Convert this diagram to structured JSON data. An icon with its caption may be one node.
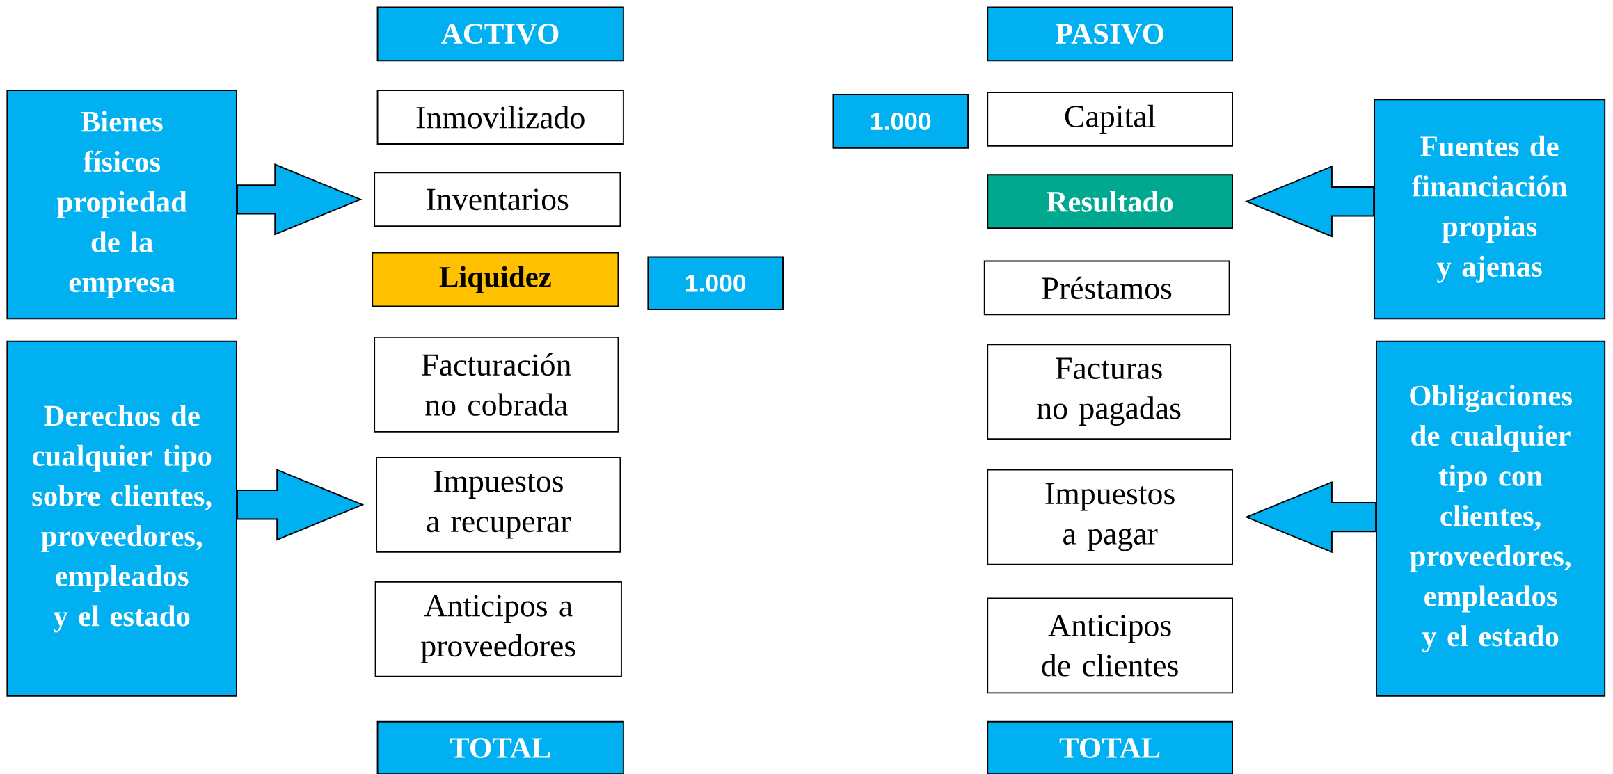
{
  "diagram": {
    "nodes": [
      {
        "text": [
          "ACTIVO"
        ]
      },
      {
        "text": [
          "PASIVO"
        ]
      },
      {
        "text": [
          "Inmovilizado"
        ]
      },
      {
        "text": [
          "Inventarios"
        ]
      },
      {
        "text": [
          "Liquidez"
        ]
      },
      {
        "text": [
          "1.000"
        ]
      },
      {
        "text": [
          "Facturación no cobrada"
        ]
      },
      {
        "text": [
          "Impuestos a recuperar"
        ]
      },
      {
        "text": [
          "Anticipos a proveedores"
        ]
      },
      {
        "text": [
          "TOTAL"
        ]
      },
      {
        "text": [
          "1.000"
        ]
      },
      {
        "text": [
          "Capital"
        ]
      },
      {
        "text": [
          "Resultado"
        ]
      },
      {
        "text": [
          "Préstamos"
        ]
      },
      {
        "text": [
          "Facturas no pagadas"
        ]
      },
      {
        "text": [
          "Impuestos a pagar"
        ]
      },
      {
        "text": [
          "Anticipos de clientes"
        ]
      },
      {
        "text": [
          "TOTAL"
        ]
      },
      {
        "text": [
          "Bienes físicos propiedad de la empresa"
        ]
      },
      {
        "text": [
          "Derechos de cualquier tipo sobre clientes, proveedores, empleados y el estado"
        ]
      },
      {
        "text": [
          "Fuentes de financiación propias y ajenas"
        ]
      },
      {
        "text": [
          "Obligaciones de cualquier tipo con clientes, proveedores, empleados y el estado"
        ]
      }
    ],
    "edges": [
      {
        "from": 18,
        "to": 3,
        "arrow": "to"
      },
      {
        "from": 19,
        "to": 7,
        "arrow": "to"
      },
      {
        "from": 20,
        "to": 12,
        "arrow": "to"
      },
      {
        "from": 21,
        "to": 15,
        "arrow": "to"
      }
    ]
  }
}
